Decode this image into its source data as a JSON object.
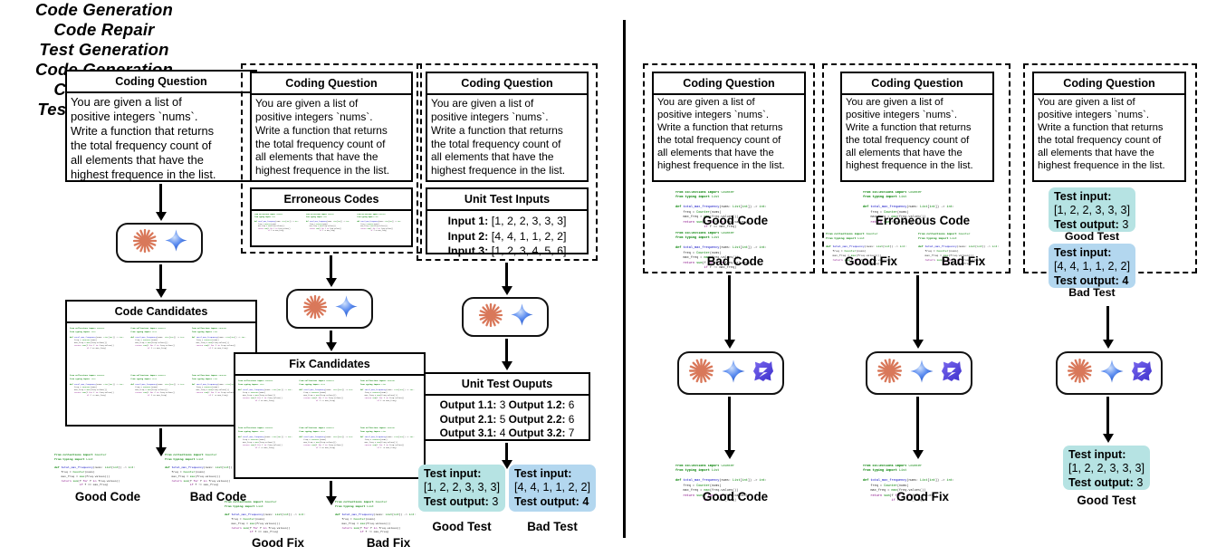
{
  "figure": {
    "divider": "vertical-rule",
    "panels": [
      "single-model-pipeline",
      "multi-model-pipeline"
    ]
  },
  "titles": {
    "code_generation": "Code Generation",
    "code_repair": "Code Repair",
    "test_generation": "Test Generation"
  },
  "boxes": {
    "coding_question_header": "Coding Question",
    "erroneous_codes_header": "Erroneous Codes",
    "unit_test_inputs_header": "Unit Test Inputs",
    "code_candidates_header": "Code Candidates",
    "fix_candidates_header": "Fix Candidates",
    "unit_test_outputs_header": "Unit Test Ouputs"
  },
  "question": {
    "lines": [
      "You are given a list of",
      "positive integers `nums`.",
      "Write a function that returns",
      "the total frequency count of",
      "all elements that have the",
      "highest frequence in the list."
    ]
  },
  "unit_test_inputs": [
    {
      "label": "Input 1:",
      "value": "[1, 2, 2, 3, 3, 3]"
    },
    {
      "label": "Input 2:",
      "value": "[4, 4, 1, 1, 2, 2]"
    },
    {
      "label": "Input 3:",
      "value": "[1, 2, 3, 4, 5, 6]"
    }
  ],
  "unit_test_outputs": [
    {
      "a_label": "Output 1.1:",
      "a_value": "3",
      "b_label": "Output 1.2:",
      "b_value": "6"
    },
    {
      "a_label": "Output 2.1:",
      "a_value": "5",
      "b_label": "Output 2.2:",
      "b_value": "6"
    },
    {
      "a_label": "Output 3.1:",
      "a_value": "4",
      "b_label": "Output 3.2:",
      "b_value": "7"
    }
  ],
  "captions": {
    "good_code": "Good Code",
    "bad_code": "Bad Code",
    "good_fix": "Good Fix",
    "bad_fix": "Bad Fix",
    "good_test": "Good Test",
    "bad_test": "Bad Test",
    "erroneous_code": "Erroneous Code"
  },
  "tests": {
    "good": {
      "input_label": "Test input:",
      "input_value": "[1, 2, 2, 3, 3, 3]",
      "output_label": "Test output:",
      "output_value": "3",
      "color": "#b6e3e3"
    },
    "bad": {
      "input_label": "Test input:",
      "input_value": "[4, 4, 1, 1, 2, 2]",
      "output_label": "Test output:",
      "output_value": "4",
      "color": "#b3d7ef"
    }
  },
  "code": {
    "good": [
      "from collections import Counter",
      "from typing import List",
      "",
      "def total_max_frequency(nums: List[int]) -> int:",
      "    freq = Counter(nums)",
      "    max_freq = max(freq.values())",
      "    return sum(f for f in freq.values()",
      "               if f == max_freq)"
    ],
    "bad": [
      "from collections import Counter",
      "from typing import List",
      "",
      "def total_max_frequency(nums: List[int]) -> int:",
      "    freq = Counter(nums)",
      "    max_freq = max(freq.values())",
      "    return sum(f for f in freq.values()",
      "               if f != max_freq)"
    ],
    "erroneous": [
      "from collections import Counter",
      "from typing import List",
      "",
      "def total_max_frequency(nums: List[int]) -> int:",
      "    freq = Counter(nums)",
      "    max_freq = max(freq.values())",
      "    return sum(freq.values())"
    ]
  },
  "models": {
    "claude_icon": "claude-starburst-icon",
    "gemini_icon": "gemini-spark-icon",
    "qwen_icon": "qwen-logo-icon",
    "claude_color": "#d9785a",
    "gemini_color": "#3b7de9",
    "qwen_color": "#5c4ee5"
  },
  "candidate_grid": {
    "cols": 3,
    "rows": 2,
    "count": 6
  }
}
